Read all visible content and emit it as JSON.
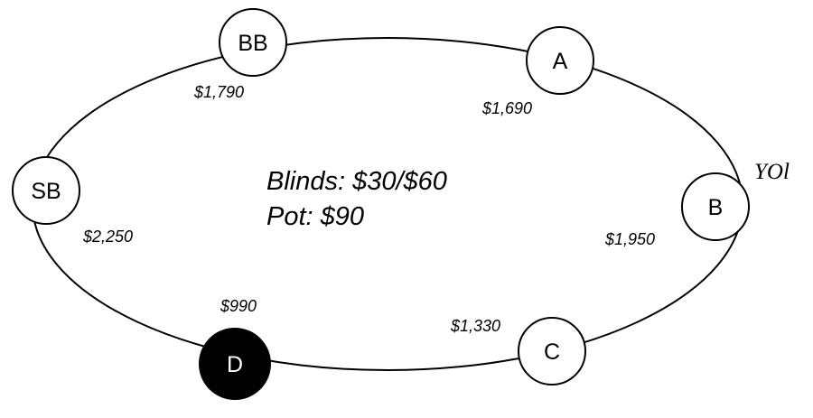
{
  "table": {
    "blinds": "Blinds: $30/$60",
    "pot": "Pot: $90",
    "you_marker": "YOl"
  },
  "seats": [
    {
      "id": "BB",
      "stack": "$1,790",
      "dealer": false
    },
    {
      "id": "A",
      "stack": "$1,690",
      "dealer": false
    },
    {
      "id": "B",
      "stack": "$1,950",
      "dealer": false
    },
    {
      "id": "C",
      "stack": "$1,330",
      "dealer": false
    },
    {
      "id": "D",
      "stack": "$990",
      "dealer": true
    },
    {
      "id": "SB",
      "stack": "$2,250",
      "dealer": false
    }
  ],
  "colors": {
    "line": "#000000",
    "seat_fill": "#ffffff",
    "dealer_fill": "#000000"
  }
}
